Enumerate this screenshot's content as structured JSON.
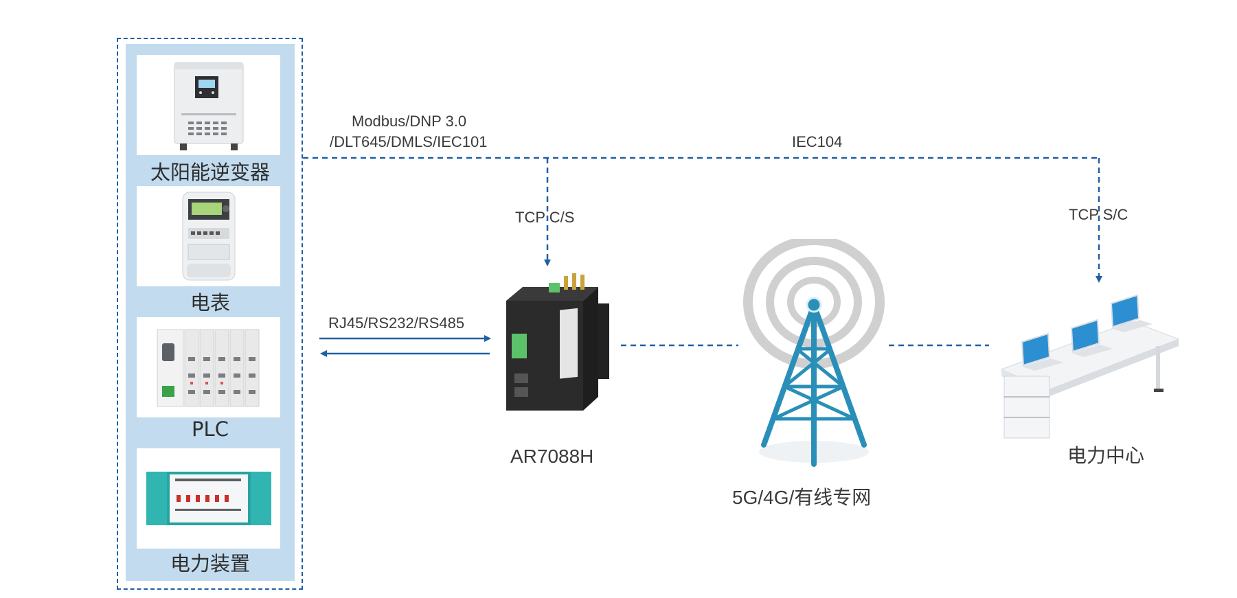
{
  "devices": [
    {
      "label": "太阳能逆变器"
    },
    {
      "label": "电表"
    },
    {
      "label": "PLC"
    },
    {
      "label": "电力装置"
    }
  ],
  "links": {
    "protocols_line1": "Modbus/DNP 3.0",
    "protocols_line2": "/DLT645/DMLS/IEC101",
    "iec104": "IEC104",
    "tcp_cs": "TCP C/S",
    "tcp_sc": "TCP S/C",
    "serial": "RJ45/RS232/RS485"
  },
  "nodes": {
    "router": "AR7088H",
    "network": "5G/4G/有线专网",
    "center": "电力中心"
  },
  "colors": {
    "panel": "#c2dbee",
    "dashed_line": "#1f5fa3",
    "arrow": "#1f5fa3",
    "tower": "#2a8fb8",
    "router_body": "#2b2b2b",
    "terminal_green": "#5cc26a"
  }
}
